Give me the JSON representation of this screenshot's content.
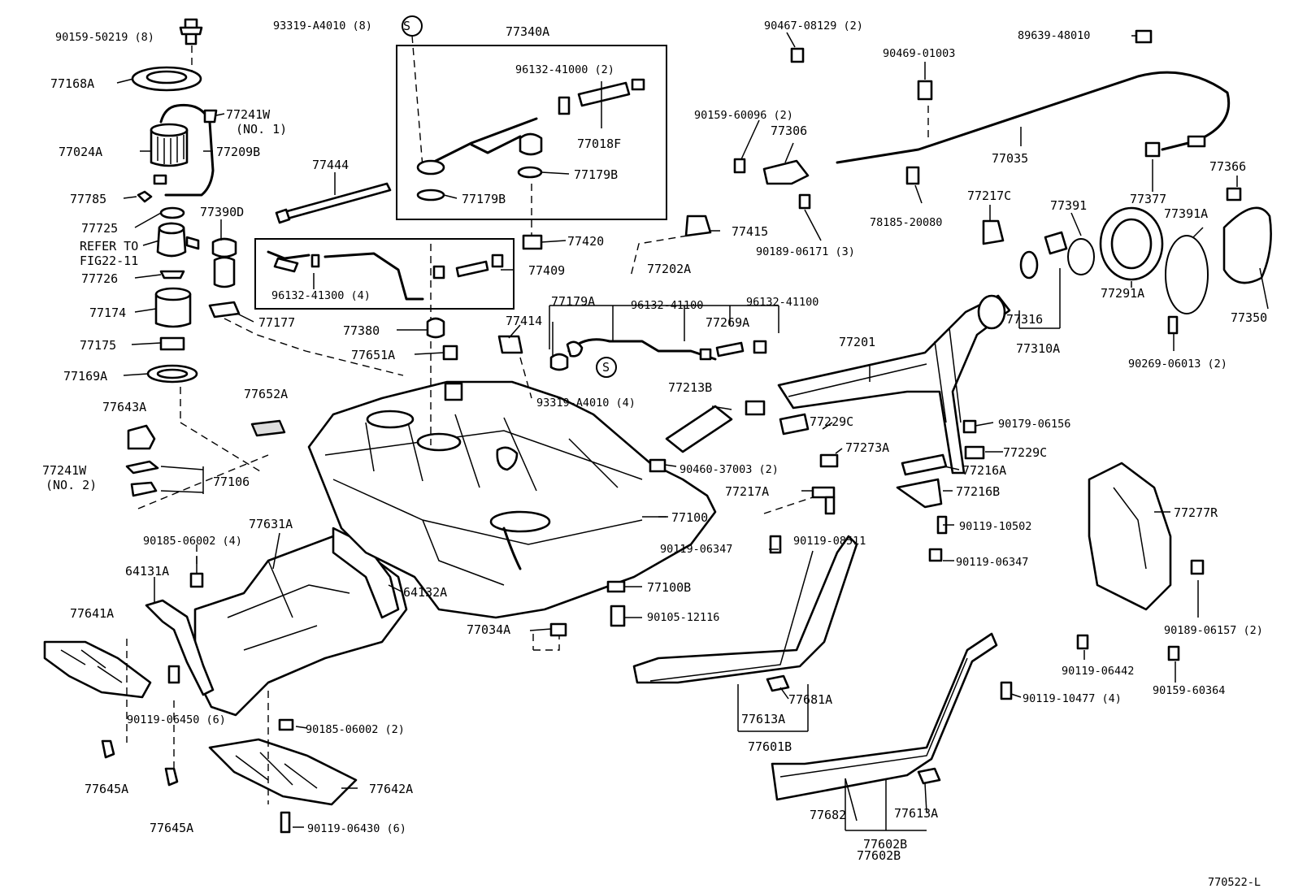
{
  "labels": {
    "l90159_50219": "90159-50219 (8)",
    "l77168A": "77168A",
    "l77241W_1": "77241W",
    "l77241W_1n": "(NO. 1)",
    "l77024A": "77024A",
    "l77209B": "77209B",
    "l77785": "77785",
    "l77725": "77725",
    "l_refer": "REFER TO",
    "l_fig": "FIG22-11",
    "l77726": "77726",
    "l77174": "77174",
    "l77175": "77175",
    "l77169A": "77169A",
    "l77643A": "77643A",
    "l77241W_2": "77241W",
    "l77241W_2n": "(NO. 2)",
    "l77106": "77106",
    "l77652A": "77652A",
    "l90185_4": "90185-06002 (4)",
    "l77631A": "77631A",
    "l64131A": "64131A",
    "l77641A": "77641A",
    "l64132A": "64132A",
    "l90119_06450": "90119-06450 (6)",
    "l90185_2": "90185-06002 (2)",
    "l77645A_1": "77645A",
    "l77645A_2": "77645A",
    "l77642A": "77642A",
    "l90119_06430": "90119-06430 (6)",
    "l93319_8": "93319-A4010 (8)",
    "l77340A": "77340A",
    "l96132_41000": "96132-41000 (2)",
    "l77018F": "77018F",
    "l77179B_1": "77179B",
    "l77179B_2": "77179B",
    "l77444": "77444",
    "l77390D": "77390D",
    "l77420": "77420",
    "l77409": "77409",
    "l96132_41300": "96132-41300 (4)",
    "l77177": "77177",
    "l77380": "77380",
    "l77651A": "77651A",
    "l77414": "77414",
    "l77179A": "77179A",
    "l93319_4": "93319-A4010 (4)",
    "l77034A": "77034A",
    "l77100": "77100",
    "l77100B": "77100B",
    "l90105_12116": "90105-12116",
    "l90467": "90467-08129 (2)",
    "l90159_60096": "90159-60096 (2)",
    "l77306": "77306",
    "l90189_06171": "90189-06171 (3)",
    "l77415": "77415",
    "l77202A": "77202A",
    "l96132_41100_1": "96132-41100",
    "l96132_41100_2": "96132-41100",
    "l77269A": "77269A",
    "l77213B": "77213B",
    "l90460": "90460-37003 (2)",
    "l77229C_1": "77229C",
    "l77273A": "77273A",
    "l77217A": "77217A",
    "l90119_06347_1": "90119-06347",
    "l90119_08511": "90119-08511",
    "l77201": "77201",
    "l90469": "90469-01003",
    "l89639": "89639-48010",
    "l77035": "77035",
    "l78185": "78185-20080",
    "l77217C": "77217C",
    "l77391": "77391",
    "l77377": "77377",
    "l77366": "77366",
    "l77391A": "77391A",
    "l77291A": "77291A",
    "l77350": "77350",
    "l77316": "77316",
    "l77310A": "77310A",
    "l90269": "90269-06013 (2)",
    "l90179": "90179-06156",
    "l77229C_2": "77229C",
    "l77216A": "77216A",
    "l77216B": "77216B",
    "l90119_10502": "90119-10502",
    "l90119_06347_2": "90119-06347",
    "l77277R": "77277R",
    "l90189_06157": "90189-06157 (2)",
    "l90119_06442": "90119-06442",
    "l90159_60364": "90159-60364",
    "l90119_10477": "90119-10477 (4)",
    "l77681A": "77681A",
    "l77613A_1": "77613A",
    "l77601B": "77601B",
    "l77682": "77682",
    "l77613A_2": "77613A",
    "l77602B_1": "77602B",
    "l77602B_2": "77602B",
    "l_code": "770522-L",
    "s_1": "S",
    "s_2": "S"
  }
}
